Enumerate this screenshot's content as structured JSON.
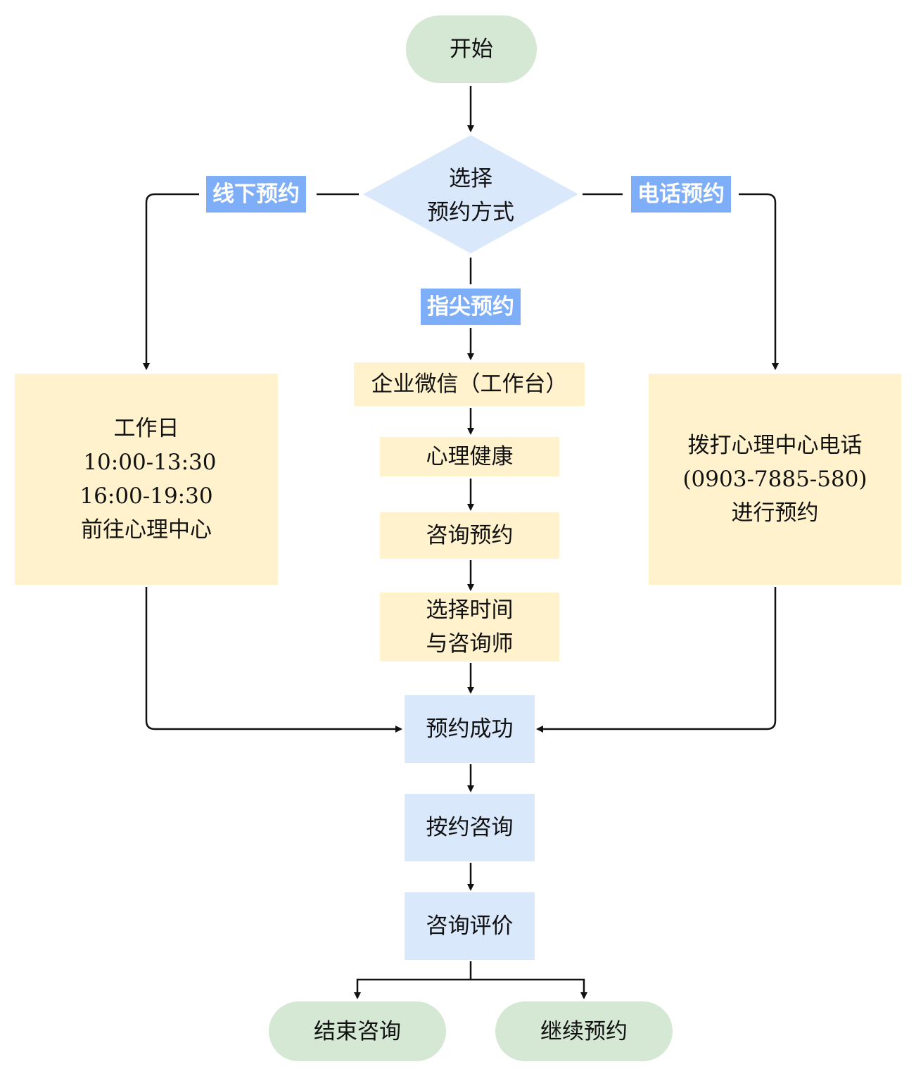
{
  "colors": {
    "terminal": "#d5e8d4",
    "decision": "#dae8fc",
    "process_yellow": "#fff2cc",
    "process_blue": "#dae8fc",
    "branch_label": "#7eaef7",
    "line": "#111111"
  },
  "nodes": {
    "start": "开始",
    "decision": [
      "选择",
      "预约方式"
    ],
    "offline": [
      "工作日",
      " 10:00-13:30",
      "16:00-19:30",
      "前往心理中心"
    ],
    "phone": [
      "拨打心理中心电话",
      "(0903-7885-580)",
      "进行预约"
    ],
    "wechat": "企业微信（工作台）",
    "mental_health": "心理健康",
    "consult_booking": "咨询预约",
    "select_time": [
      "选择时间",
      "与咨询师"
    ],
    "booking_success": "预约成功",
    "consult": "按约咨询",
    "evaluate": "咨询评价",
    "end_consult": "结束咨询",
    "continue_booking": "继续预约"
  },
  "branch_labels": {
    "offline": "线下预约",
    "phone": "电话预约",
    "fingertip": "指尖预约"
  }
}
